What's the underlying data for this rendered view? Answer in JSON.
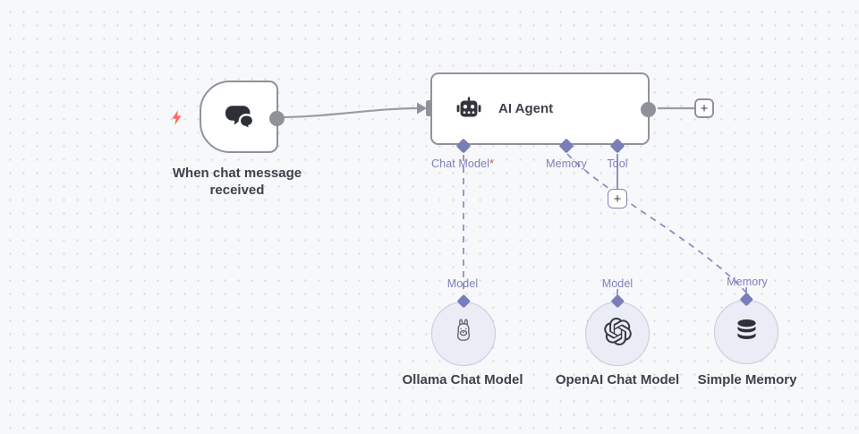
{
  "workflow": {
    "trigger": {
      "label": "When chat message received",
      "icon": "chat-bubbles-icon",
      "badge_icon": "lightning-trigger-icon"
    },
    "agent": {
      "title": "AI Agent",
      "icon": "robot-icon",
      "ports": [
        {
          "label": "Chat Model",
          "required_marker": "*"
        },
        {
          "label": "Memory",
          "required_marker": ""
        },
        {
          "label": "Tool",
          "required_marker": ""
        }
      ]
    },
    "subnodes": [
      {
        "port_label": "Model",
        "label": "Ollama Chat Model",
        "icon": "ollama-llama-icon"
      },
      {
        "port_label": "Model",
        "label": "OpenAI Chat Model",
        "icon": "openai-logo-icon"
      },
      {
        "port_label": "Memory",
        "label": "Simple Memory",
        "icon": "database-icon"
      }
    ],
    "add_output_button": "+",
    "add_tool_button": "+",
    "colors": {
      "canvas_bg": "#f7f8fa",
      "grid_dot": "#d5d7e0",
      "node_border": "#90929a",
      "wire_gray": "#9a9ca3",
      "connector_purple": "#7a7eb8",
      "label_purple": "#7c80bb",
      "dashed_line": "#8d90c4",
      "required_red": "#e0514a",
      "trigger_coral": "#ff6d5a",
      "icon_dark": "#33343c",
      "text_dark": "#3f414b",
      "circle_fill": "#eaecf6",
      "circle_border": "#c7cade"
    }
  }
}
